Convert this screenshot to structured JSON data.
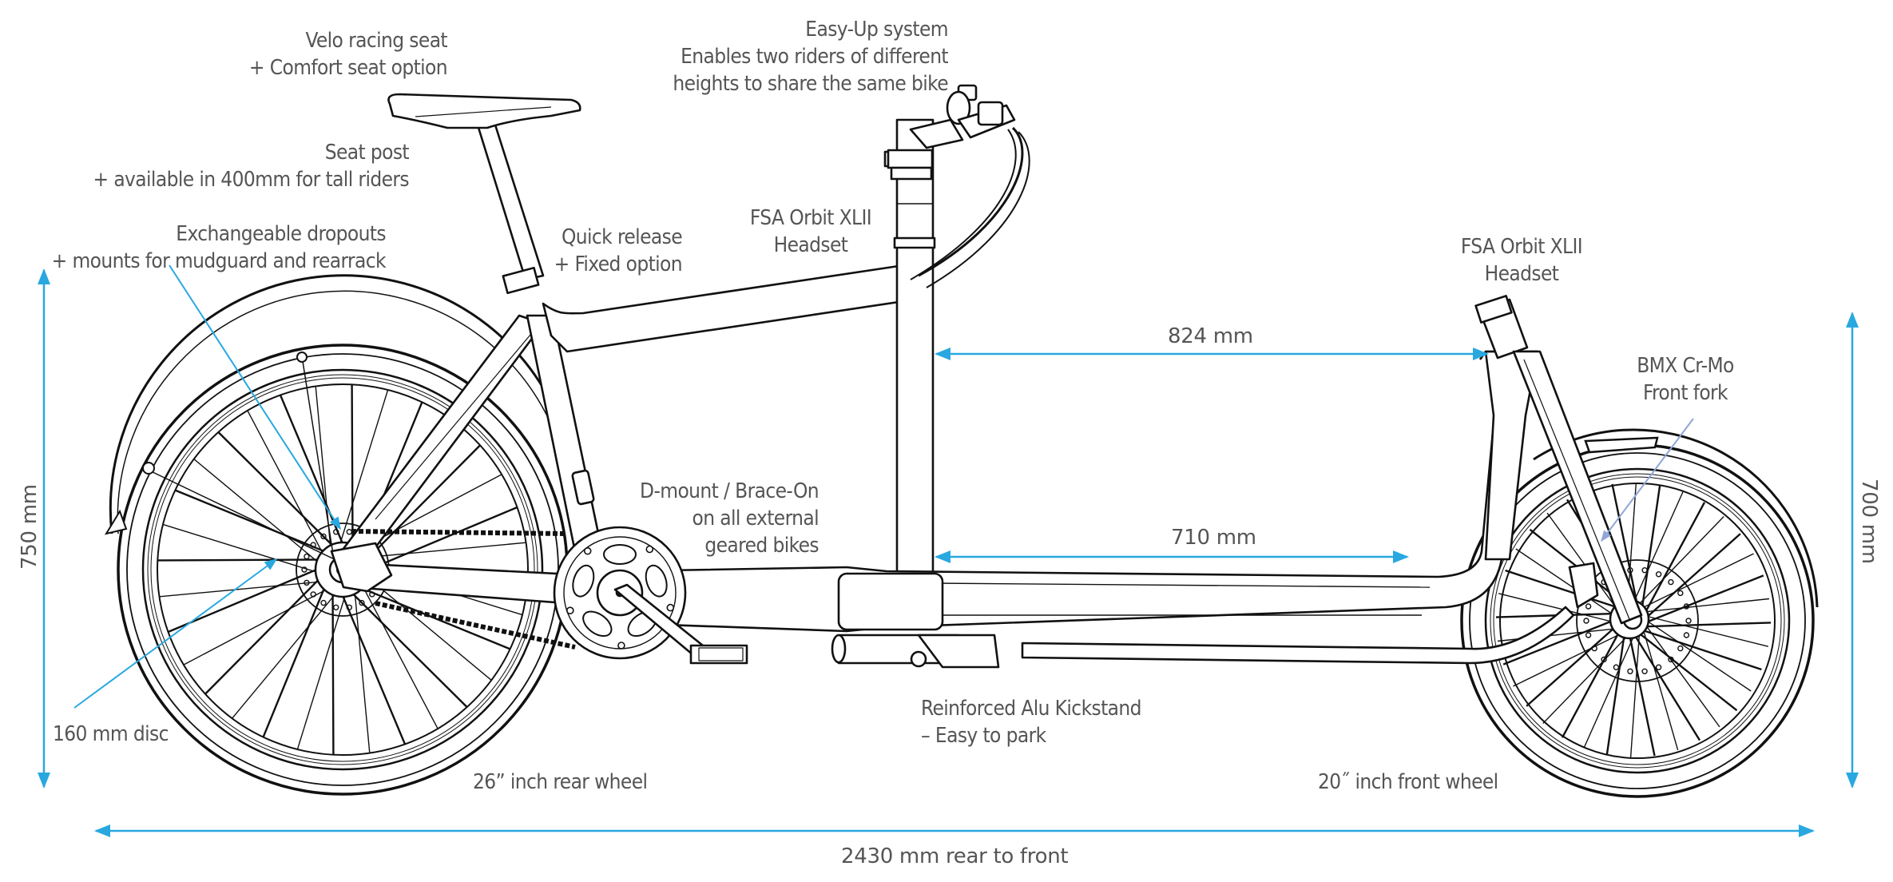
{
  "diagram": {
    "subject": "Cargo bike side-view technical drawing",
    "colors": {
      "dimension_line": "#29a8e0",
      "leader_line": "#29a8e0",
      "fork_leader_line": "#8fa6d6",
      "label_text": "#555555",
      "drawing_stroke": "#111111"
    },
    "annotations": {
      "saddle": {
        "line1": "Velo racing seat",
        "line2": "+ Comfort seat option"
      },
      "seat_post": {
        "line1": "Seat post",
        "line2": "+ available in 400mm for tall riders"
      },
      "dropouts": {
        "line1": "Exchangeable dropouts",
        "line2": "+ mounts for mudguard and rearrack"
      },
      "quick_release": {
        "line1": "Quick release",
        "line2": "+ Fixed option"
      },
      "easy_up": {
        "line1": "Easy-Up system",
        "line2": "Enables two riders of different",
        "line3": "heights to share the same bike"
      },
      "rear_headset": {
        "line1": "FSA Orbit XLII",
        "line2": "Headset"
      },
      "front_headset": {
        "line1": "FSA Orbit XLII",
        "line2": "Headset"
      },
      "front_fork": {
        "line1": "BMX Cr-Mo",
        "line2": "Front fork"
      },
      "d_mount": {
        "line1": "D-mount / Brace-On",
        "line2": "on all external",
        "line3": "geared bikes"
      },
      "kickstand": {
        "line1": "Reinforced Alu Kickstand",
        "line2": "– Easy to park"
      },
      "disc": {
        "line1": "160 mm disc"
      },
      "rear_wheel": {
        "line1": "26” inch rear wheel"
      },
      "front_wheel": {
        "line1": "20˝ inch front wheel"
      }
    },
    "dimensions": {
      "overall_length": {
        "label": "2430 mm rear to front",
        "value_mm": 2430
      },
      "rear_height": {
        "label": "750 mm",
        "value_mm": 750
      },
      "front_height": {
        "label": "700 mm",
        "value_mm": 700
      },
      "cargo_upper": {
        "label": "824 mm",
        "value_mm": 824
      },
      "cargo_lower": {
        "label": "710 mm",
        "value_mm": 710
      }
    },
    "wheels": {
      "rear": {
        "size_inch": 26,
        "spokes": 32
      },
      "front": {
        "size_inch": 20,
        "spokes": 36
      }
    }
  }
}
